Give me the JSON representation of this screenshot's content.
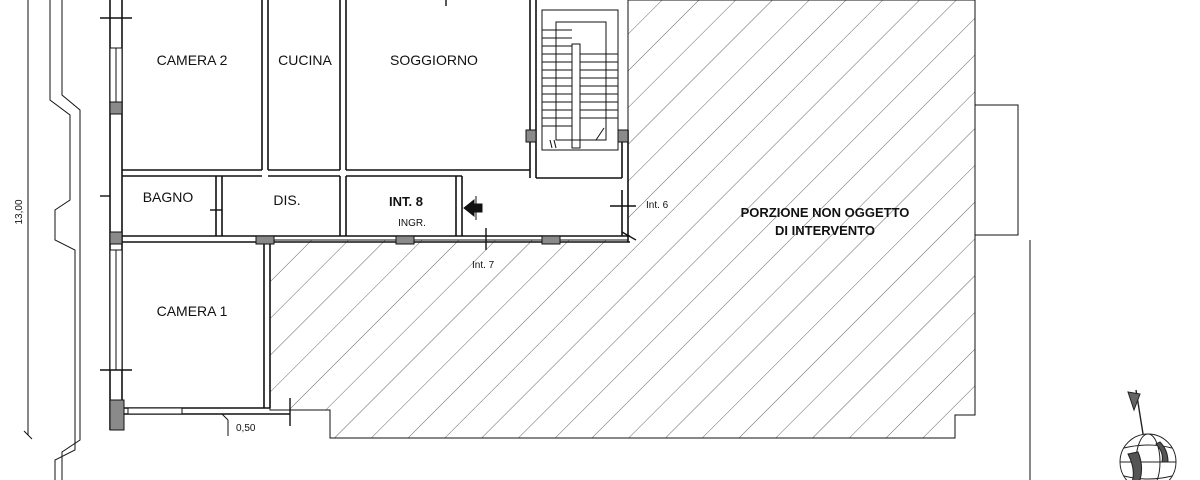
{
  "rooms": {
    "camera2": "CAMERA 2",
    "cucina": "CUCINA",
    "soggiorno": "SOGGIORNO",
    "bagno": "BAGNO",
    "dis": "DIS.",
    "int8": "INT. 8",
    "ingr": "INGR.",
    "camera1": "CAMERA 1"
  },
  "neighbors": {
    "int6": "Int. 6",
    "int7": "Int. 7"
  },
  "hatched_area": {
    "line1": "PORZIONE NON OGGETTO",
    "line2": "DI INTERVENTO"
  },
  "dimensions": {
    "height": "13,00",
    "balcony": "0,50"
  },
  "colors": {
    "wall": "#111111",
    "hatch": "#555555",
    "column_fill": "#8a8a8a"
  },
  "icons": [
    "entrance-arrow-icon",
    "compass-icon"
  ]
}
